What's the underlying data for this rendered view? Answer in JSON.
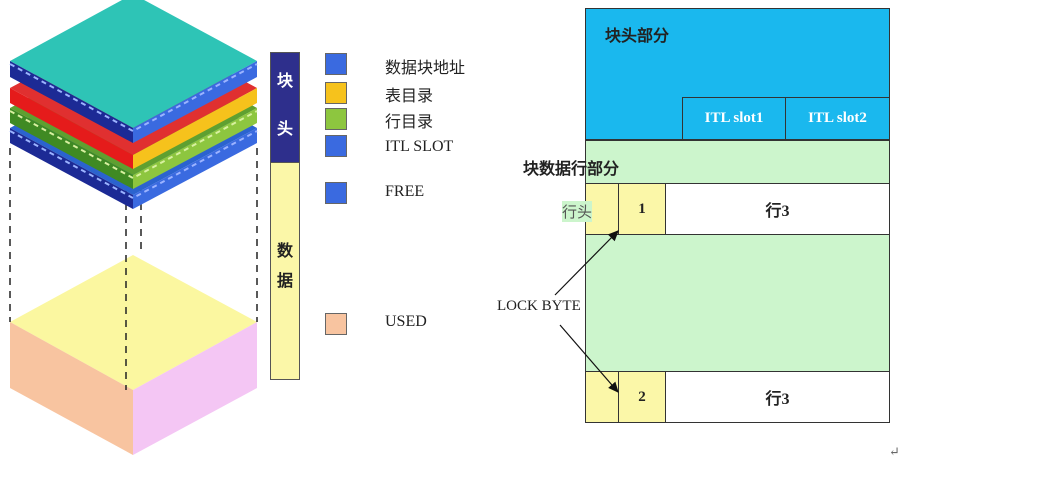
{
  "vbar": {
    "head_chars": [
      "块",
      "头"
    ],
    "data_chars": [
      "数",
      "据"
    ],
    "head_color": "#2e2f8c",
    "data_color": "#fbf7a8"
  },
  "legend": [
    {
      "label": "数据块地址",
      "color": "#3a6ae0"
    },
    {
      "label": "表目录",
      "color": "#f6c21c"
    },
    {
      "label": "行目录",
      "color": "#8dc63f"
    },
    {
      "label": "ITL SLOT",
      "color": "#3a6ae0"
    },
    {
      "label": "FREE",
      "color": "#3a6ae0"
    },
    {
      "label": "USED",
      "color": "#f8c4a0"
    }
  ],
  "block": {
    "head_title": "块头部分",
    "slots": [
      "ITL slot1",
      "ITL slot2"
    ],
    "data_title": "块数据行部分",
    "row_header_label": "行头",
    "rows": [
      {
        "num": "1",
        "text": "行3"
      },
      {
        "num": "2",
        "text": "行3"
      }
    ],
    "lock_byte_label": "LOCK BYTE",
    "head_color": "#1ab8ee",
    "data_color": "#ccf5cc"
  },
  "return_mark": "↵"
}
